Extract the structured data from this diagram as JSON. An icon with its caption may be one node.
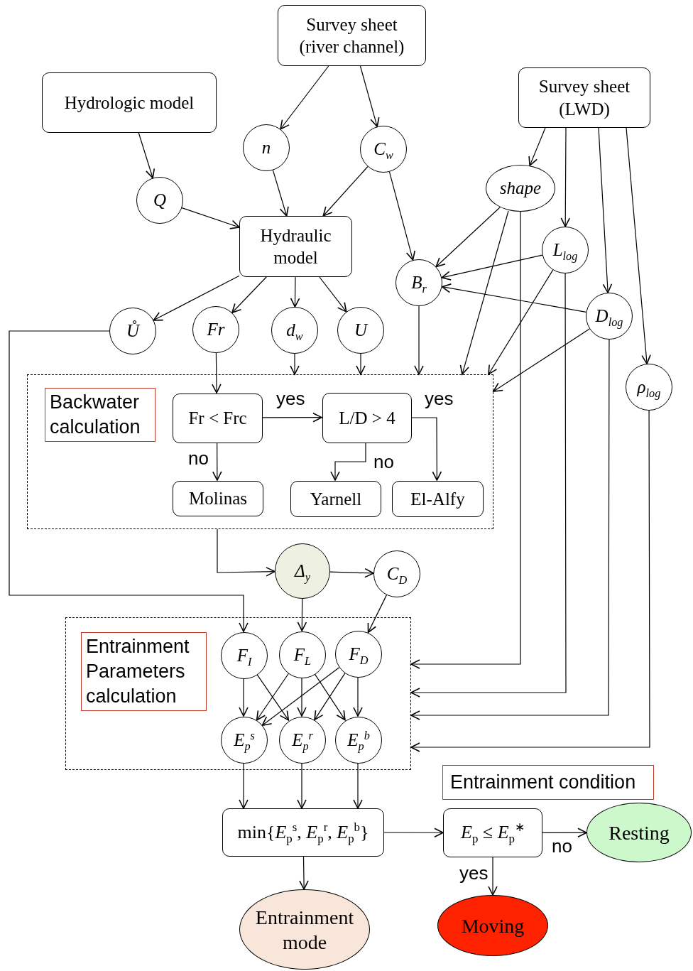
{
  "diagram": {
    "nodes": [
      {
        "text": [
          "Survey sheet (river channel)"
        ]
      },
      {
        "text": [
          "Hydrologic model"
        ]
      },
      {
        "text": [
          "Survey sheet (LWD)"
        ]
      },
      {
        "text": [
          "n"
        ]
      },
      {
        "text": [
          "C$_{w}$"
        ]
      },
      {
        "text": [
          "Q"
        ]
      },
      {
        "text": [
          "shape"
        ]
      },
      {
        "text": [
          "Hydraulic model"
        ]
      },
      {
        "text": [
          "L$_{log}$"
        ]
      },
      {
        "text": [
          "B$_{r}$"
        ]
      },
      {
        "text": [
          "D$_{log}$"
        ]
      },
      {
        "text": [
          "Ů"
        ]
      },
      {
        "text": [
          "Fr"
        ]
      },
      {
        "text": [
          "d$_{w}$"
        ]
      },
      {
        "text": [
          "U"
        ]
      },
      {
        "text": [
          "ρ$_{log}$"
        ]
      },
      {
        "text": [
          "Backwater calculation"
        ]
      },
      {
        "text": [
          "Fr < Frc"
        ],
        "in": 16
      },
      {
        "text": [
          "L/D > 4"
        ],
        "in": 16
      },
      {
        "text": [
          "Molinas"
        ],
        "in": 16
      },
      {
        "text": [
          "Yarnell"
        ],
        "in": 16
      },
      {
        "text": [
          "El-Alfy"
        ],
        "in": 16
      },
      {
        "text": [
          "Δ$_{y}$"
        ]
      },
      {
        "text": [
          "C$_{D}$"
        ]
      },
      {
        "text": [
          "Entrainment Parameters calculation"
        ]
      },
      {
        "text": [
          "F$_{I}$"
        ],
        "in": 24
      },
      {
        "text": [
          "F$_{L}$"
        ],
        "in": 24
      },
      {
        "text": [
          "F$_{D}$"
        ],
        "in": 24
      },
      {
        "text": [
          "E$_{p}$$^{s}$"
        ],
        "in": 24
      },
      {
        "text": [
          "E$_{p}$$^{r}$"
        ],
        "in": 24
      },
      {
        "text": [
          "E$_{p}$$^{b}$"
        ],
        "in": 24
      },
      {
        "text": [
          "min{*E*$_{p}$$^{s}$, *E*$_{p}$$^{r}$, *E*$_{p}$$^{b}$}"
        ]
      },
      {
        "text": [
          "*E*$_{p}$ ≤ *E*$_{p}$$^{∗}$"
        ]
      },
      {
        "text": [
          "Resting"
        ]
      },
      {
        "text": [
          "Entrainment mode"
        ]
      },
      {
        "text": [
          "Moving"
        ]
      }
    ],
    "edges": [
      {
        "from": 0,
        "to": 3,
        "arrow": "to"
      },
      {
        "from": 0,
        "to": 4,
        "arrow": "to"
      },
      {
        "from": 1,
        "to": 5,
        "arrow": "to"
      },
      {
        "from": 2,
        "to": 6,
        "arrow": "to"
      },
      {
        "from": 2,
        "to": 8,
        "arrow": "to"
      },
      {
        "from": 2,
        "to": 10,
        "arrow": "to"
      },
      {
        "from": 2,
        "to": 15,
        "arrow": "to"
      },
      {
        "from": 3,
        "to": 7,
        "arrow": "to"
      },
      {
        "from": 4,
        "to": 7,
        "arrow": "to"
      },
      {
        "from": 5,
        "to": 7,
        "arrow": "to"
      },
      {
        "from": 4,
        "to": 9,
        "arrow": "to"
      },
      {
        "from": 6,
        "to": 9,
        "arrow": "to"
      },
      {
        "from": 8,
        "to": 9,
        "arrow": "to"
      },
      {
        "from": 10,
        "to": 9,
        "arrow": "to"
      },
      {
        "from": 7,
        "to": 11,
        "arrow": "to"
      },
      {
        "from": 7,
        "to": 12,
        "arrow": "to"
      },
      {
        "from": 7,
        "to": 13,
        "arrow": "to"
      },
      {
        "from": 7,
        "to": 14,
        "arrow": "to"
      },
      {
        "from": 12,
        "to": 17,
        "arrow": "to"
      },
      {
        "from": 13,
        "to": 16,
        "arrow": "to"
      },
      {
        "from": 14,
        "to": 16,
        "arrow": "to"
      },
      {
        "from": 9,
        "to": 16,
        "arrow": "to"
      },
      {
        "from": 6,
        "to": 16,
        "arrow": "to"
      },
      {
        "from": 8,
        "to": 16,
        "arrow": "to"
      },
      {
        "from": 10,
        "to": 16,
        "arrow": "to"
      },
      {
        "from": 17,
        "to": 18,
        "label": "yes",
        "arrow": "to"
      },
      {
        "from": 17,
        "to": 19,
        "label": "no",
        "arrow": "to"
      },
      {
        "from": 18,
        "to": 20,
        "label": "no",
        "arrow": "to"
      },
      {
        "from": 18,
        "to": 21,
        "label": "yes",
        "arrow": "to"
      },
      {
        "from": 16,
        "to": 22,
        "arrow": "to"
      },
      {
        "from": 22,
        "to": 23,
        "arrow": "to"
      },
      {
        "from": 11,
        "to": 25,
        "arrow": "to"
      },
      {
        "from": 22,
        "to": 26,
        "arrow": "to"
      },
      {
        "from": 23,
        "to": 27,
        "arrow": "to"
      },
      {
        "from": 6,
        "to": 24,
        "arrow": "to"
      },
      {
        "from": 8,
        "to": 24,
        "arrow": "to"
      },
      {
        "from": 10,
        "to": 24,
        "arrow": "to"
      },
      {
        "from": 15,
        "to": 24,
        "arrow": "to"
      },
      {
        "from": 25,
        "to": 28,
        "arrow": "to"
      },
      {
        "from": 25,
        "to": 29,
        "arrow": "to"
      },
      {
        "from": 26,
        "to": 28,
        "arrow": "to"
      },
      {
        "from": 26,
        "to": 29,
        "arrow": "to"
      },
      {
        "from": 26,
        "to": 30,
        "arrow": "to"
      },
      {
        "from": 27,
        "to": 28,
        "arrow": "to"
      },
      {
        "from": 27,
        "to": 29,
        "arrow": "to"
      },
      {
        "from": 27,
        "to": 30,
        "arrow": "to"
      },
      {
        "from": 28,
        "to": 31,
        "arrow": "to"
      },
      {
        "from": 29,
        "to": 31,
        "arrow": "to"
      },
      {
        "from": 30,
        "to": 31,
        "arrow": "to"
      },
      {
        "from": 31,
        "to": 32,
        "arrow": "to"
      },
      {
        "from": 32,
        "to": 33,
        "label": "no",
        "arrow": "to"
      },
      {
        "from": 32,
        "to": 35,
        "label": "yes",
        "arrow": "to"
      },
      {
        "from": 31,
        "to": 34,
        "arrow": "to"
      }
    ],
    "labels": [
      "Entrainment condition"
    ]
  }
}
